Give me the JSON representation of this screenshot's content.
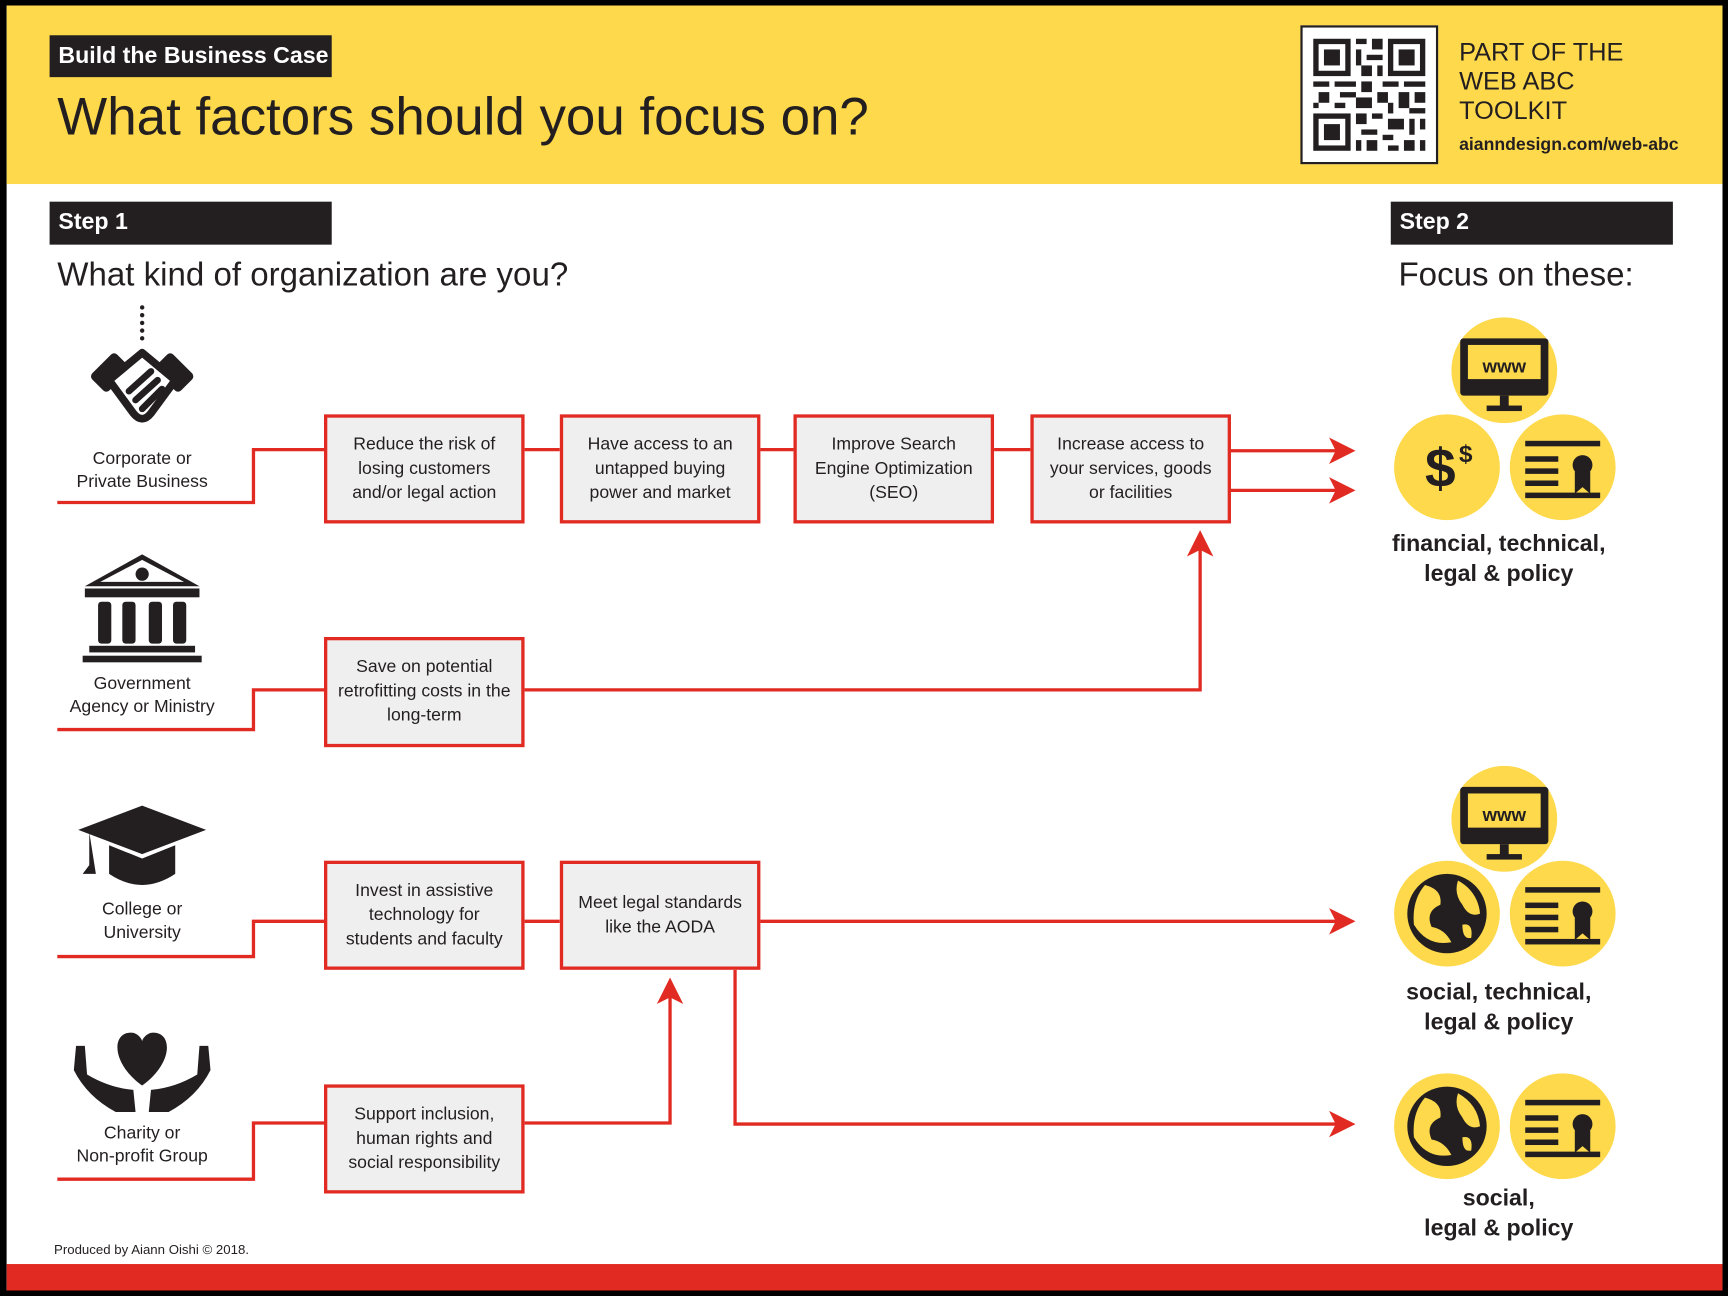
{
  "header": {
    "section_label": "Build the Business Case",
    "title": "What factors should you focus on?",
    "toolkit_lines": [
      "PART OF THE",
      "WEB ABC",
      "TOOLKIT"
    ],
    "url": "aianndesign.com/web-abc"
  },
  "step1": {
    "label": "Step 1",
    "question": "What kind of organization are you?"
  },
  "step2": {
    "label": "Step 2",
    "question": "Focus on these:"
  },
  "organizations": [
    {
      "icon": "handshake-icon",
      "lines": [
        "Corporate or",
        "Private Business"
      ]
    },
    {
      "icon": "government-building-icon",
      "lines": [
        "Government",
        "Agency or Ministry"
      ]
    },
    {
      "icon": "graduation-cap-icon",
      "lines": [
        "College or",
        "University"
      ]
    },
    {
      "icon": "heart-hands-icon",
      "lines": [
        "Charity or",
        "Non-profit Group"
      ]
    }
  ],
  "boxes": {
    "reduce_risk": "Reduce the risk of losing customers and/or legal action",
    "buying_power": "Have access to an untapped buying power and market",
    "seo": "Improve Search Engine Optimization (SEO)",
    "increase_access": "Increase access to your services, goods or facilities",
    "retrofitting": "Save on potential retrofitting costs in the long-term",
    "assistive_tech": "Invest in assistive technology for students and faculty",
    "legal_standards": "Meet legal standards like the AODA",
    "inclusion": "Support inclusion, human rights and social responsibility"
  },
  "focus_groups": [
    {
      "icons": [
        "www-monitor-icon",
        "dollar-icon",
        "certificate-icon"
      ],
      "lines": [
        "financial, technical,",
        "legal & policy"
      ]
    },
    {
      "icons": [
        "www-monitor-icon",
        "globe-icon",
        "certificate-icon"
      ],
      "lines": [
        "social, technical,",
        "legal & policy"
      ]
    },
    {
      "icons": [
        "globe-icon",
        "certificate-icon"
      ],
      "lines": [
        "social,",
        "legal & policy"
      ]
    }
  ],
  "icon_text": {
    "www": "www",
    "dollar": "$",
    "dollar_sup": "$"
  },
  "footer": {
    "credit": "Produced by Aiann Oishi © 2018."
  },
  "colors": {
    "yellow": "#fdd94b",
    "red": "#e12b22",
    "dark": "#231f20",
    "box_fill": "#efefef"
  }
}
